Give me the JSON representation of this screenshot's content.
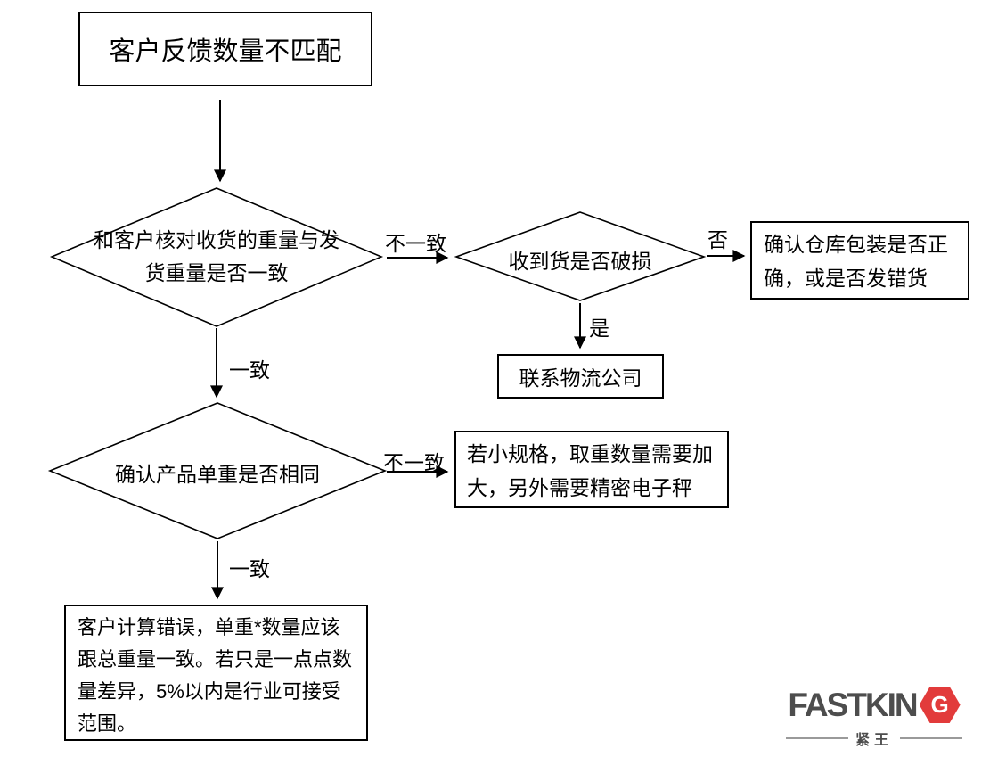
{
  "flowchart": {
    "start": {
      "text": "客户反馈数量不匹配"
    },
    "decision_weight": {
      "lines": [
        "和客户核对收货的重量与发",
        "货重量是否一致"
      ]
    },
    "decision_damage": {
      "text": "收到货是否破损"
    },
    "box_warehouse": {
      "lines": [
        "确认仓库包装是否正",
        "确，或是否发错货"
      ]
    },
    "box_logistics": {
      "text": "联系物流公司"
    },
    "decision_unit_weight": {
      "text": "确认产品单重是否相同"
    },
    "box_scale": {
      "lines": [
        "若小规格，取重数量需要加",
        "大，另外需要精密电子秤"
      ]
    },
    "box_calculation": {
      "lines": [
        "客户计算错误，单重*数量应该",
        "跟总重量一致。若只是一点点数",
        "量差异，5%以内是行业可接受",
        "范围。"
      ]
    },
    "edge_labels": {
      "weight_mismatch": "不一致",
      "damage_no": "否",
      "damage_yes": "是",
      "weight_match": "一致",
      "unit_mismatch": "不一致",
      "unit_match": "一致"
    },
    "line_color": "#000000"
  },
  "logo": {
    "brand_text": "FASTKIN",
    "brand_last_letter": "G",
    "chinese_name": "紧王",
    "text_color": "#4d4d4d",
    "accent_color": "#e23b3b",
    "divider_color": "#9a9a9a"
  }
}
